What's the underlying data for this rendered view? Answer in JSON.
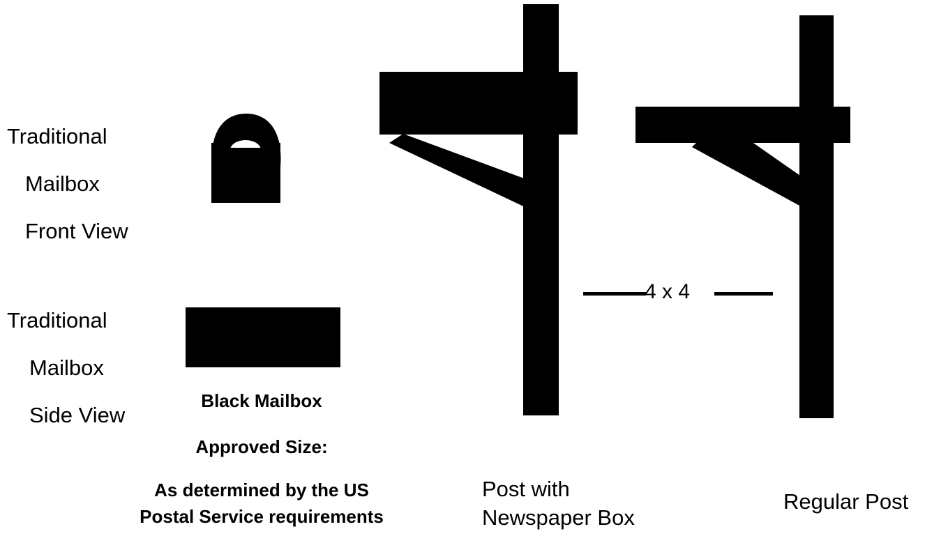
{
  "front_view": {
    "line1": "Traditional",
    "line2": "Mailbox",
    "line3": "Front View"
  },
  "side_view": {
    "line1": "Traditional",
    "line2": "Mailbox",
    "line3": "Side View"
  },
  "mailbox_caption": {
    "color": "Black Mailbox",
    "size_heading": "Approved Size:",
    "size_line1": "As determined by the US",
    "size_line2": "Postal Service requirements"
  },
  "dimension_label": "4 x 4",
  "post_newspaper": {
    "line1": "Post with",
    "line2": "Newspaper Box"
  },
  "regular_post": {
    "label": "Regular Post"
  },
  "colors": {
    "mailbox": "#000000",
    "post": "#000000",
    "background": "#ffffff"
  }
}
